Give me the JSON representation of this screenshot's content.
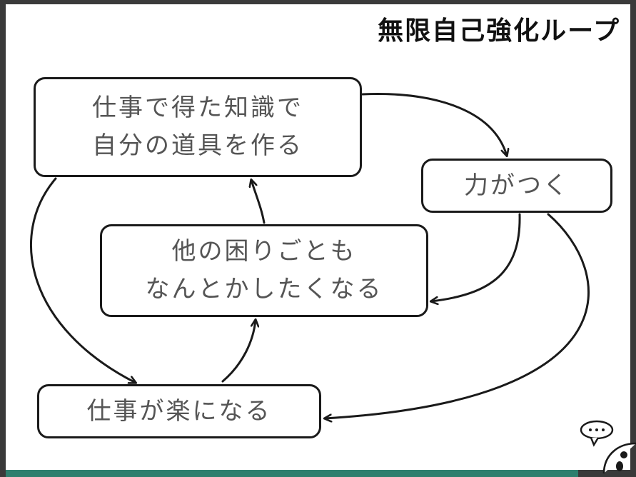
{
  "title": "無限自己強化ループ",
  "nodes": {
    "tools": {
      "line1": "仕事で得た知識で",
      "line2": "自分の道具を作る"
    },
    "power": {
      "line1": "力がつく"
    },
    "others": {
      "line1": "他の困りごとも",
      "line2": "なんとかしたくなる"
    },
    "easier": {
      "line1": "仕事が楽になる"
    }
  },
  "colors": {
    "stroke": "#1a1a1a",
    "text": "#555555",
    "accent": "#2e7f6e"
  },
  "icons": [
    "speech-bubble-icon",
    "mascot-icon"
  ]
}
